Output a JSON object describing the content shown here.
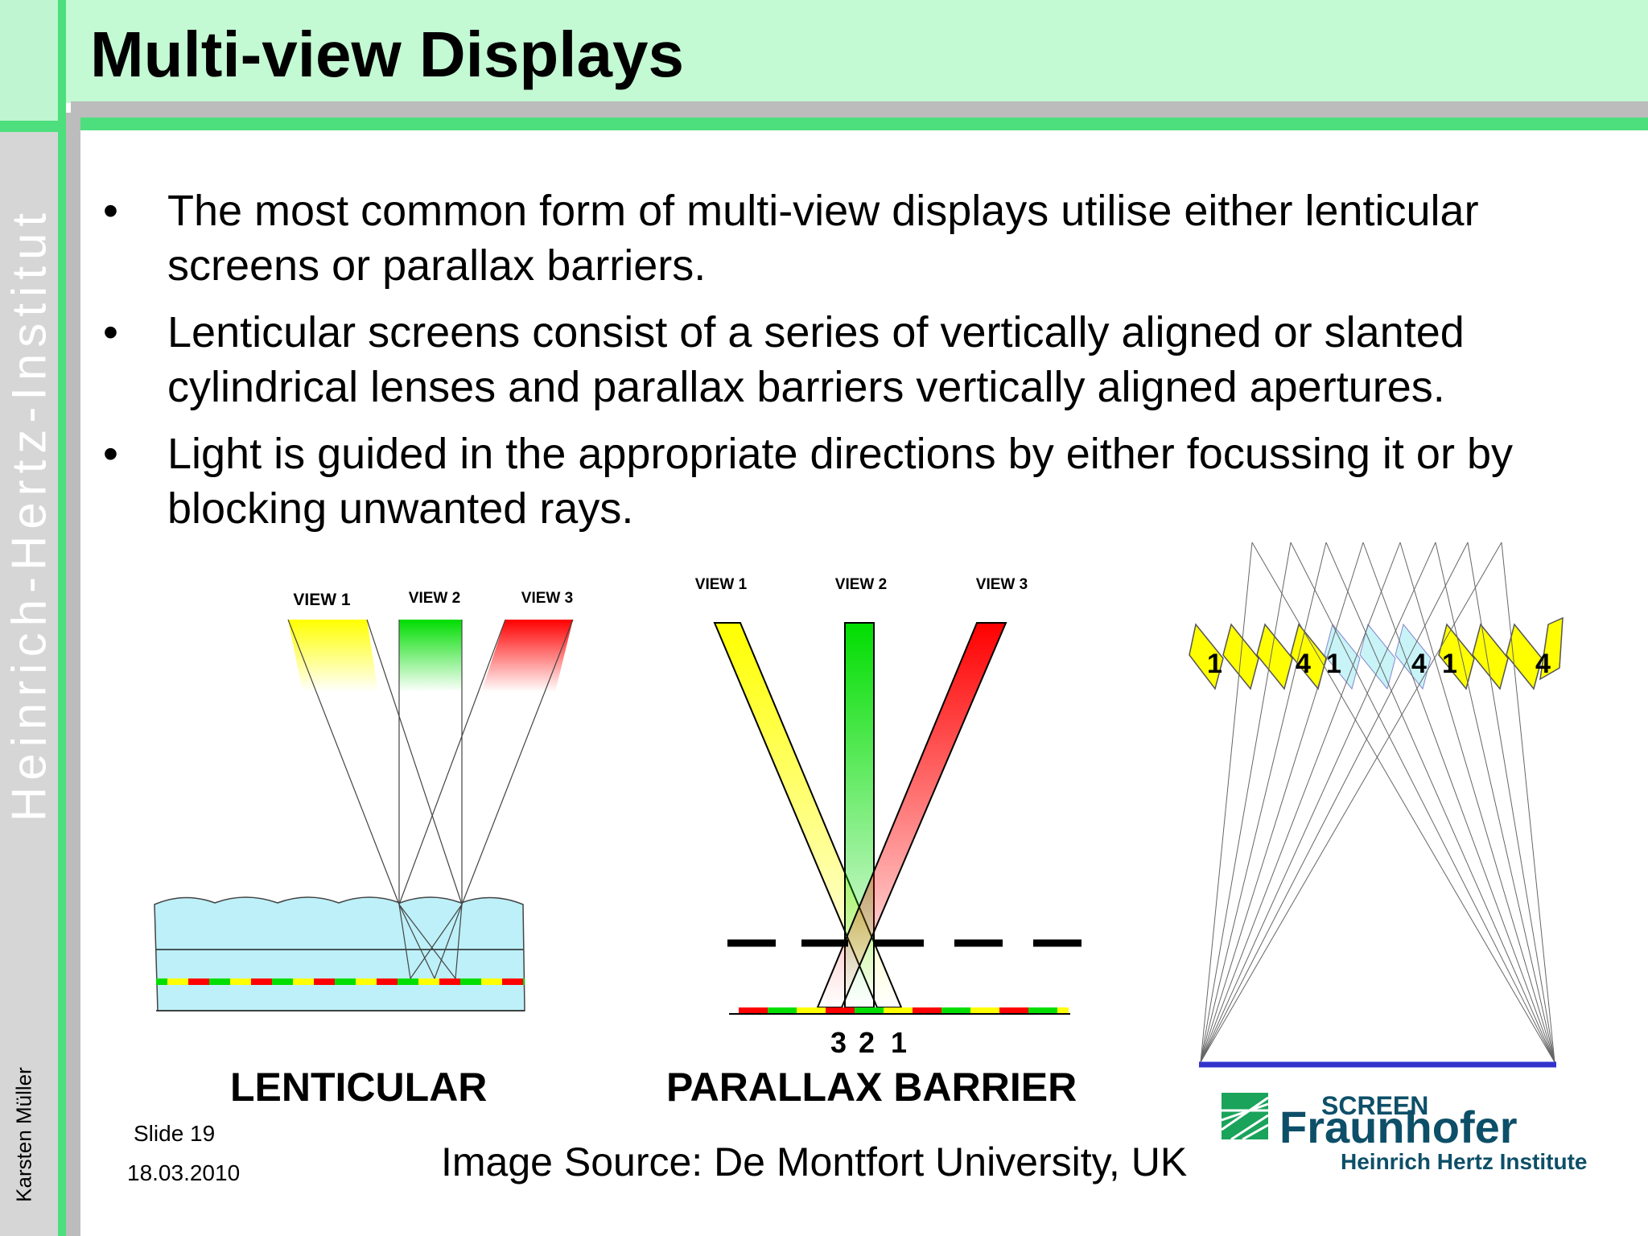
{
  "slide": {
    "title": "Multi-view Displays",
    "side_institute": "Heinrich-Hertz-Institut",
    "side_author": "Karsten Müller",
    "bullets": [
      "The most common form of multi-view displays utilise either lenticular screens or parallax barriers.",
      "Lenticular screens consist of a series of vertically aligned or slanted cylindrical lenses and parallax barriers vertically aligned apertures.",
      "Light is guided in the appropriate directions by either focussing it or by blocking unwanted rays."
    ],
    "bullet_marker": "•",
    "slide_number": "Slide 19",
    "date": "18.03.2010",
    "image_source": "Image Source: De Montfort University, UK"
  },
  "lenticular": {
    "label": "LENTICULAR",
    "views": [
      "VIEW 1",
      "VIEW 2",
      "VIEW 3"
    ]
  },
  "parallax": {
    "label": "PARALLAX BARRIER",
    "views": [
      "VIEW 1",
      "VIEW 2",
      "VIEW 3"
    ],
    "pixel_order": [
      "3",
      "2",
      "1"
    ]
  },
  "multiview": {
    "zone_labels": [
      "1",
      "4",
      "1",
      "4",
      "1",
      "4"
    ]
  },
  "colors": {
    "title_bg": "#c3f9d3",
    "accent_green": "#4ddf7e",
    "side_strip": "#d6d6d6",
    "view1_yellow": "#ffff00",
    "view2_green": "#00dd00",
    "view3_red": "#ff0000",
    "lens_blue": "#bdf0f8",
    "screen_blue": "#3333cc",
    "logo_blue": "#0d4f68",
    "logo_green": "#1aa35a"
  },
  "logo": {
    "overlay_text": "SCREEN",
    "name": "Fraunhofer",
    "institute": "Heinrich Hertz Institute",
    "icon": "fraunhofer-logo-icon"
  }
}
